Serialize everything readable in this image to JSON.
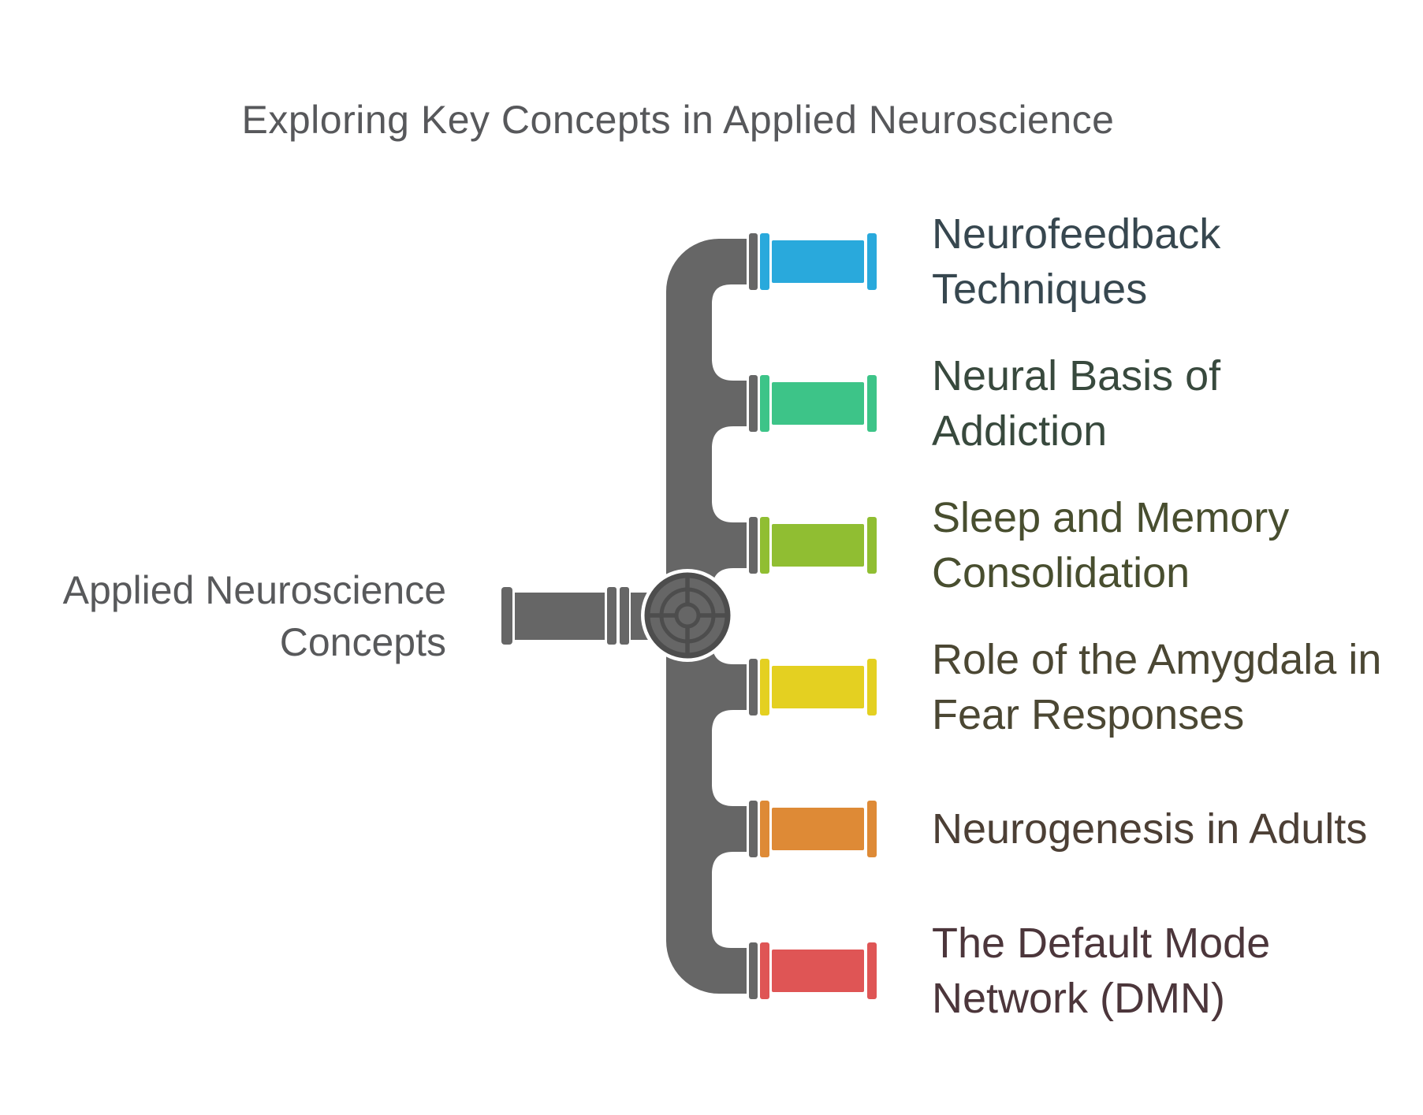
{
  "title": "Exploring Key Concepts in Applied Neuroscience",
  "root": {
    "label": "Applied Neuroscience Concepts",
    "text_color": "#58595B"
  },
  "colors": {
    "background": "#FFFFFF",
    "pipe_gray": "#666666",
    "pipe_dark": "#4D4D4D",
    "title_text": "#57585B"
  },
  "icons": {
    "valve_wheel": "valve-wheel-icon",
    "pipe_segment": "pipe-segment-icon"
  },
  "branches": [
    {
      "label": "Neurofeedback Techniques",
      "color": "#29A9DC",
      "text_color": "#37474F"
    },
    {
      "label": "Neural Basis of Addiction",
      "color": "#3DC488",
      "text_color": "#38493D"
    },
    {
      "label": "Sleep and Memory Consolidation",
      "color": "#90BE32",
      "text_color": "#484E2F"
    },
    {
      "label": "Role of the Amygdala in Fear Responses",
      "color": "#E4D021",
      "text_color": "#4B4733"
    },
    {
      "label": "Neurogenesis in Adults",
      "color": "#DE8A36",
      "text_color": "#4C3F35"
    },
    {
      "label": "The Default Mode Network (DMN)",
      "color": "#DF5555",
      "text_color": "#4C363B"
    }
  ]
}
